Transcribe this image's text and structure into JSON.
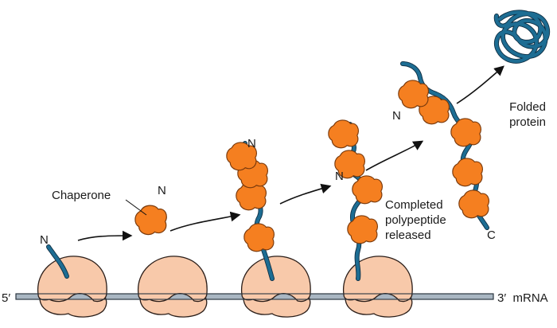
{
  "labels": {
    "chaperone": "Chaperone",
    "n_terminal": "N",
    "c_terminal": "C",
    "five_prime": "5′",
    "three_prime_mrna": "3′  mRNA",
    "completed_line1": "Completed",
    "completed_line2": "polypeptide",
    "completed_line3": "released",
    "folded_line1": "Folded",
    "folded_line2": "protein"
  },
  "colors": {
    "ribosome": "#f8c9aa",
    "chaperone": "#f57f20",
    "polypeptide": "#1d6d93",
    "mrna": "#a9b6c2"
  }
}
